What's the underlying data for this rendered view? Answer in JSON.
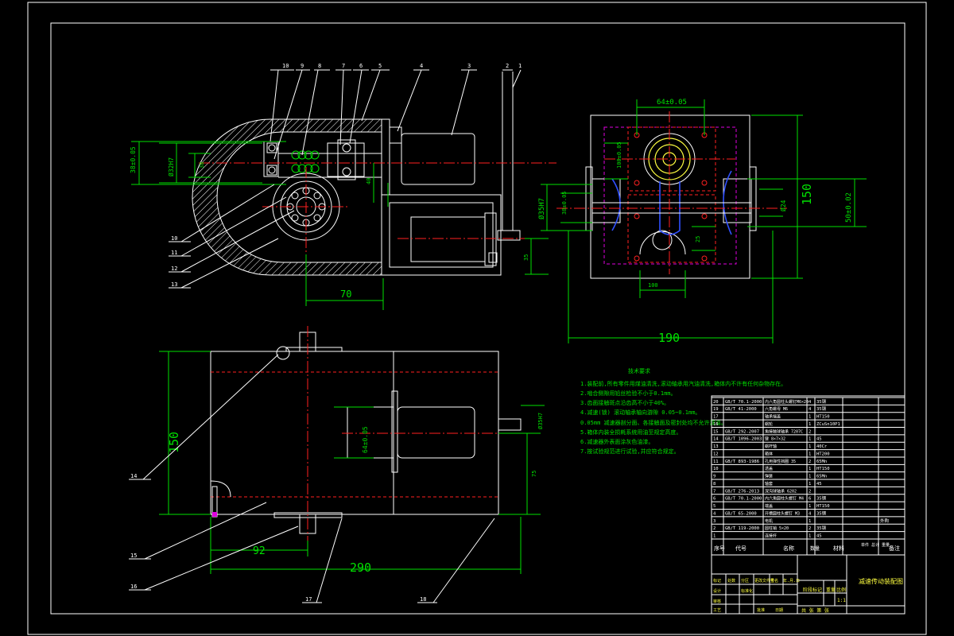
{
  "dimensions": {
    "d70": "70",
    "d190": "190",
    "d150_top": "150",
    "d150_front": "150",
    "d290": "290",
    "d92": "92",
    "d64_top": "64±0.05",
    "d64_front": "64±0.05",
    "d500": "50±0.02",
    "d35h7_a": "Ø35H7",
    "d35h7_b": "Ø35H7",
    "d32h7": "Ø32H7",
    "d38": "38±0.05",
    "d40": "40",
    "d38b": "38",
    "d75": "75",
    "d35": "35",
    "d100": "100",
    "d24": "Ø24",
    "d38c": "38±0.05",
    "d25": "25",
    "d100b": "100±0.05"
  },
  "balloons_top": [
    "10",
    "9",
    "8",
    "7",
    "6",
    "5",
    "4",
    "3",
    "2",
    "1"
  ],
  "balloons_left": [
    "10",
    "11",
    "12",
    "13"
  ],
  "balloons_bottom": [
    "14",
    "15",
    "16",
    "17",
    "18"
  ],
  "notes": {
    "title": "技术要求",
    "lines": [
      "1.装配前,所有零件用煤油清洗,滚动轴承用汽油清洗,箱体内不许有任何杂物存在。",
      "2.啮合侧隙用铅丝检验不小于0.1mm。",
      "3.齿面接触斑点沿齿高不小于40%。",
      "4.减速(锁) 滚动轴承轴向游隙 0.05~0.1mm。",
      "0.05mm 减速器剖分面、各接触面及密封处均不允许漏油。",
      "5.箱体内装全损耗系统用油至规定高度。",
      "6.减速器外表面涂灰色油漆。",
      "7.按试验规范进行试验,并应符合规定。"
    ]
  },
  "bom": {
    "rows": [
      [
        "20",
        "GB/T 70.1-2000",
        "内六角圆柱头螺钉M6×20",
        "4",
        "35钢",
        ""
      ],
      [
        "19",
        "GB/T 41-2000",
        "六角螺母 M6",
        "4",
        "35钢",
        ""
      ],
      [
        "17",
        "",
        "轴承端盖",
        "1",
        "HT150",
        ""
      ],
      [
        "16",
        "",
        "蜗轮",
        "1",
        "ZCuSn10P1",
        ""
      ],
      [
        "15",
        "GB/T 292-2007",
        "角接触球轴承 7207C",
        "2",
        "",
        ""
      ],
      [
        "14",
        "GB/T 1096-2003",
        "键 8×7×32",
        "1",
        "45",
        ""
      ],
      [
        "13",
        "",
        "蜗杆轴",
        "1",
        "40Cr",
        ""
      ],
      [
        "12",
        "",
        "箱体",
        "1",
        "HT200",
        ""
      ],
      [
        "11",
        "GB/T 893-1986",
        "孔用弹性挡圈 35",
        "2",
        "65Mn",
        ""
      ],
      [
        "10",
        "",
        "透盖",
        "1",
        "HT150",
        ""
      ],
      [
        "9",
        "",
        "弹簧",
        "1",
        "65Mn",
        ""
      ],
      [
        "8",
        "",
        "轴套",
        "1",
        "45",
        ""
      ],
      [
        "7",
        "GB/T 276-2013",
        "深沟球轴承 6202",
        "2",
        "",
        ""
      ],
      [
        "6",
        "GB/T 70.1-2000",
        "内六角圆柱头螺钉 M4",
        "6",
        "35钢",
        ""
      ],
      [
        "5",
        "",
        "端盖",
        "1",
        "HT150",
        ""
      ],
      [
        "4",
        "GB/T 65-2000",
        "开槽圆柱头螺钉 M3",
        "4",
        "35钢",
        ""
      ],
      [
        "3",
        "",
        "电机",
        "1",
        "",
        "外购"
      ],
      [
        "2",
        "GB/T 119-2000",
        "圆柱销 5×20",
        "2",
        "35钢",
        ""
      ],
      [
        "1",
        "",
        "连接杆",
        "1",
        "45",
        ""
      ]
    ],
    "header": [
      "序号",
      "代号",
      "名称",
      "数量",
      "材料",
      "单件 总计 重量",
      "备注"
    ],
    "title_block": {
      "drawing_name": "减速传动装配图",
      "scale": "1:1",
      "designer": "设计",
      "checker": "审核",
      "approver": "批准",
      "sheet": "共 张 第 张",
      "stage": "阶段标记",
      "weight": "重量",
      "ratio": "比例",
      "std": "标准化",
      "process": "工艺",
      "date": "日期",
      "mark": "标记",
      "count": "处数",
      "zone": "分区",
      "change": "更改文件号",
      "sign": "签名",
      "ymd": "年.月.日"
    }
  }
}
